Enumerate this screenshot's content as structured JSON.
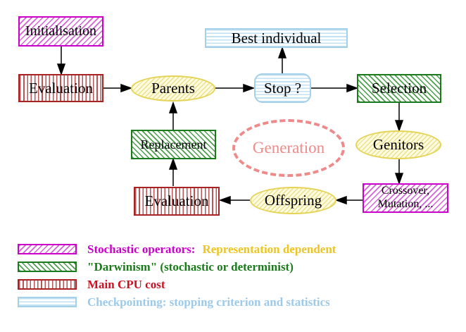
{
  "colors": {
    "magenta": "#cc00cc",
    "magenta_hatch": "#d463d4",
    "red": "#aa2222",
    "red_hatch": "#bb5555",
    "green": "#1b7a1b",
    "green_hatch": "#4d9e4d",
    "yellow_border": "#e4d355",
    "yellow_hatch": "#ecdf8e",
    "yellow_bg": "#fffce0",
    "cyan_border": "#a4d0e8",
    "cyan_hatch": "#c2e1f2",
    "salmon": "#ef8a8a",
    "gold_text": "#eec41e",
    "crimson_text": "#cc1122",
    "blue_text": "#9ccaea",
    "arrow": "#000000"
  },
  "nodes": {
    "initialisation": {
      "label": "Initialisation"
    },
    "evaluation_top": {
      "label": "Evaluation"
    },
    "parents": {
      "label": "Parents"
    },
    "best_individual": {
      "label": "Best individual"
    },
    "stop": {
      "label": "Stop ?"
    },
    "selection": {
      "label": "Selection"
    },
    "replacement": {
      "label": "Replacement"
    },
    "generation": {
      "label": "Generation"
    },
    "genitors": {
      "label": "Genitors"
    },
    "evaluation_bottom": {
      "label": "Evaluation"
    },
    "offspring": {
      "label": "Offspring"
    },
    "crossover": {
      "line1": "Crossover,",
      "line2": "Mutation, ..."
    }
  },
  "legend": {
    "items": [
      {
        "swatch": "magenta-diagonal-hatch",
        "text1": "Stochastic operators:",
        "text2": "Representation dependent"
      },
      {
        "swatch": "green-diagonal-hatch",
        "text1": "\"Darwinism\" (stochastic or determinist)"
      },
      {
        "swatch": "red-vertical-stripes",
        "text1": "Main CPU cost"
      },
      {
        "swatch": "cyan-horizontal-stripes",
        "text1": "Checkpointing: stopping criterion and statistics"
      }
    ]
  }
}
